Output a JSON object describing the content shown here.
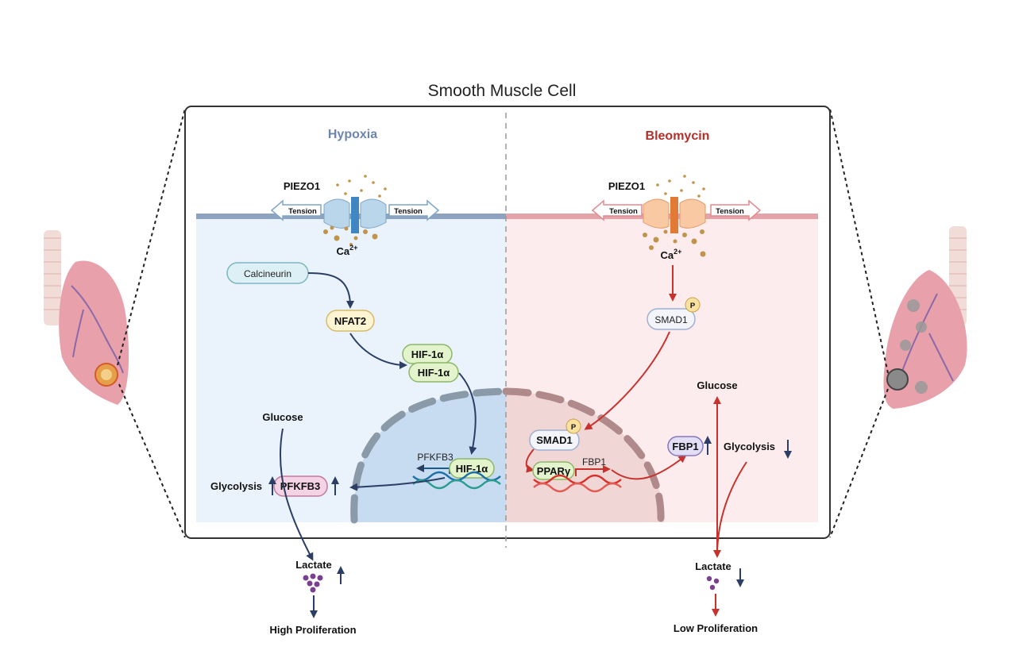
{
  "title": "Smooth Muscle Cell",
  "colors": {
    "hypoxia": "#6d86ad",
    "bleomycin": "#b3302a",
    "navy_arrow": "#2c3e66",
    "red_arrow": "#c8322c",
    "left_bg": "#eaf3fb",
    "right_bg": "#fcecee",
    "lung_pink": "#e8a0ab"
  },
  "left": {
    "header": "Hypoxia",
    "channel": "PIEZO1",
    "tension_left": "Tension",
    "tension_right": "Tension",
    "ion": "Ca",
    "ion_sup": "2+",
    "calcineurin": "Calcineurin",
    "nfat2": "NFAT2",
    "hif1a_top": "HIF-1α",
    "hif1a_bottom": "HIF-1α",
    "hif1a_nucleus": "HIF-1α",
    "gene": "PFKFB3",
    "pfkfb3": "PFKFB3",
    "glycolysis": "Glycolysis",
    "glucose": "Glucose",
    "lactate": "Lactate",
    "outcome": "High Proliferation"
  },
  "right": {
    "header": "Bleomycin",
    "channel": "PIEZO1",
    "tension_left": "Tension",
    "tension_right": "Tension",
    "ion": "Ca",
    "ion_sup": "2+",
    "smad1": "SMAD1",
    "smad1_nucleus": "SMAD1",
    "phospho": "P",
    "pparg": "PPARγ",
    "gene": "FBP1",
    "fbp1": "FBP1",
    "glycolysis": "Glycolysis",
    "glucose": "Glucose",
    "lactate": "Lactate",
    "outcome": "Low Proliferation"
  }
}
